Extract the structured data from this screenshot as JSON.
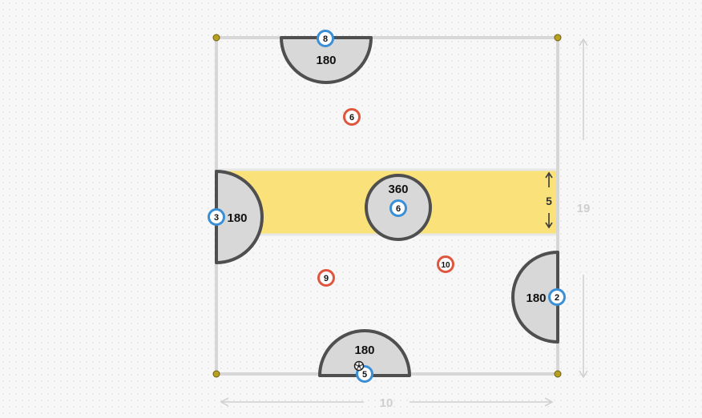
{
  "colors": {
    "court_line": "#d7d7d7",
    "lane_fill": "#fae17a",
    "shape_fill": "#d8d8d8",
    "shape_stroke": "#4f4f4f",
    "blue_marker": "#3a8fd6",
    "red_marker": "#e0553d",
    "corner_post": "#b8a021",
    "dimension": "#cfcfcf"
  },
  "court": {
    "width_label": "10",
    "height_label": "19"
  },
  "lane": {
    "width_label": "5"
  },
  "zones": {
    "top": {
      "label": "180",
      "marker": "8"
    },
    "left": {
      "label": "180",
      "marker": "3"
    },
    "center": {
      "label": "360",
      "marker": "6"
    },
    "right": {
      "label": "180",
      "marker": "2"
    },
    "bottom": {
      "label": "180",
      "marker": "5"
    }
  },
  "red_markers": {
    "top": "6",
    "left": "9",
    "right": "10"
  },
  "icons": {
    "ball": "soccer-ball-icon"
  }
}
